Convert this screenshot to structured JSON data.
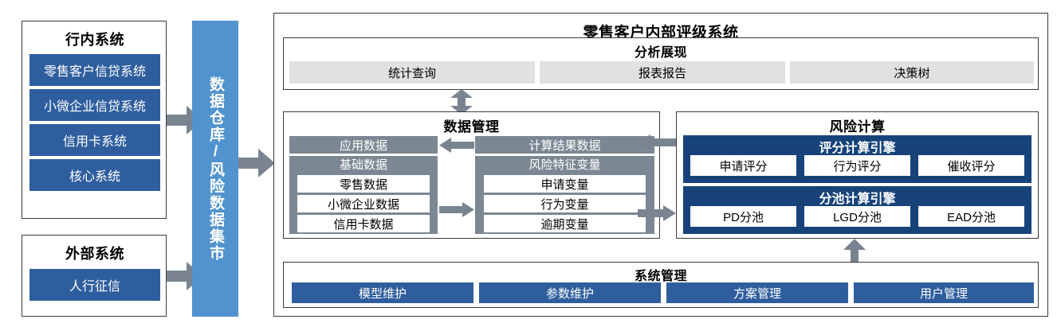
{
  "left_column": {
    "internal": {
      "title": "行内系统",
      "items": [
        {
          "label": "零售客户信贷系统"
        },
        {
          "label": "小微企业信贷系统"
        },
        {
          "label": "信用卡系统"
        },
        {
          "label": "核心系统"
        }
      ]
    },
    "external": {
      "title": "外部系统",
      "items": [
        {
          "label": "人行征信"
        }
      ]
    }
  },
  "warehouse": {
    "label": "数据仓库/风险数据集市"
  },
  "main": {
    "title": "零售客户内部评级系统",
    "analysis": {
      "title": "分析展现",
      "items": [
        {
          "label": "统计查询"
        },
        {
          "label": "报表报告"
        },
        {
          "label": "决策树"
        }
      ]
    },
    "data_management": {
      "title": "数据管理",
      "left": {
        "top_header": "应用数据",
        "group_header": "基础数据",
        "items": [
          {
            "label": "零售数据"
          },
          {
            "label": "小微企业数据"
          },
          {
            "label": "信用卡数据"
          }
        ]
      },
      "right": {
        "top_header": "计算结果数据",
        "group_header": "风险特征变量",
        "items": [
          {
            "label": "申请变量"
          },
          {
            "label": "行为变量"
          },
          {
            "label": "逾期变量"
          }
        ]
      }
    },
    "risk_calculation": {
      "title": "风险计算",
      "engines": [
        {
          "title": "评分计算引擎",
          "items": [
            {
              "label": "申请评分"
            },
            {
              "label": "行为评分"
            },
            {
              "label": "催收评分"
            }
          ]
        },
        {
          "title": "分池计算引擎",
          "items": [
            {
              "label": "PD分池"
            },
            {
              "label": "LGD分池"
            },
            {
              "label": "EAD分池"
            }
          ]
        }
      ]
    },
    "system_management": {
      "title": "系统管理",
      "items": [
        {
          "label": "模型维护"
        },
        {
          "label": "参数维护"
        },
        {
          "label": "方案管理"
        },
        {
          "label": "用户管理"
        }
      ]
    }
  },
  "icons": {
    "arrow_internal_to_warehouse": "arrow-right-icon",
    "arrow_external_to_warehouse": "arrow-right-icon",
    "arrow_warehouse_to_system": "arrow-right-icon",
    "arrow_analysis_data": "arrow-up-down-icon",
    "arrow_results_to_data": "arrow-left-icon",
    "arrow_base_to_variables": "arrow-right-icon",
    "arrow_variables_to_risk": "arrow-right-icon",
    "arrow_risk_to_results": "arrow-left-icon",
    "arrow_sysmgmt_to_risk": "arrow-up-icon"
  },
  "colors": {
    "blue": "#2e5e9e",
    "navy": "#17437a",
    "light_blue": "#5193ce",
    "gray": "#7b8793",
    "light_gray": "#e1e1e3",
    "arrow_gray": "#7a8491"
  }
}
